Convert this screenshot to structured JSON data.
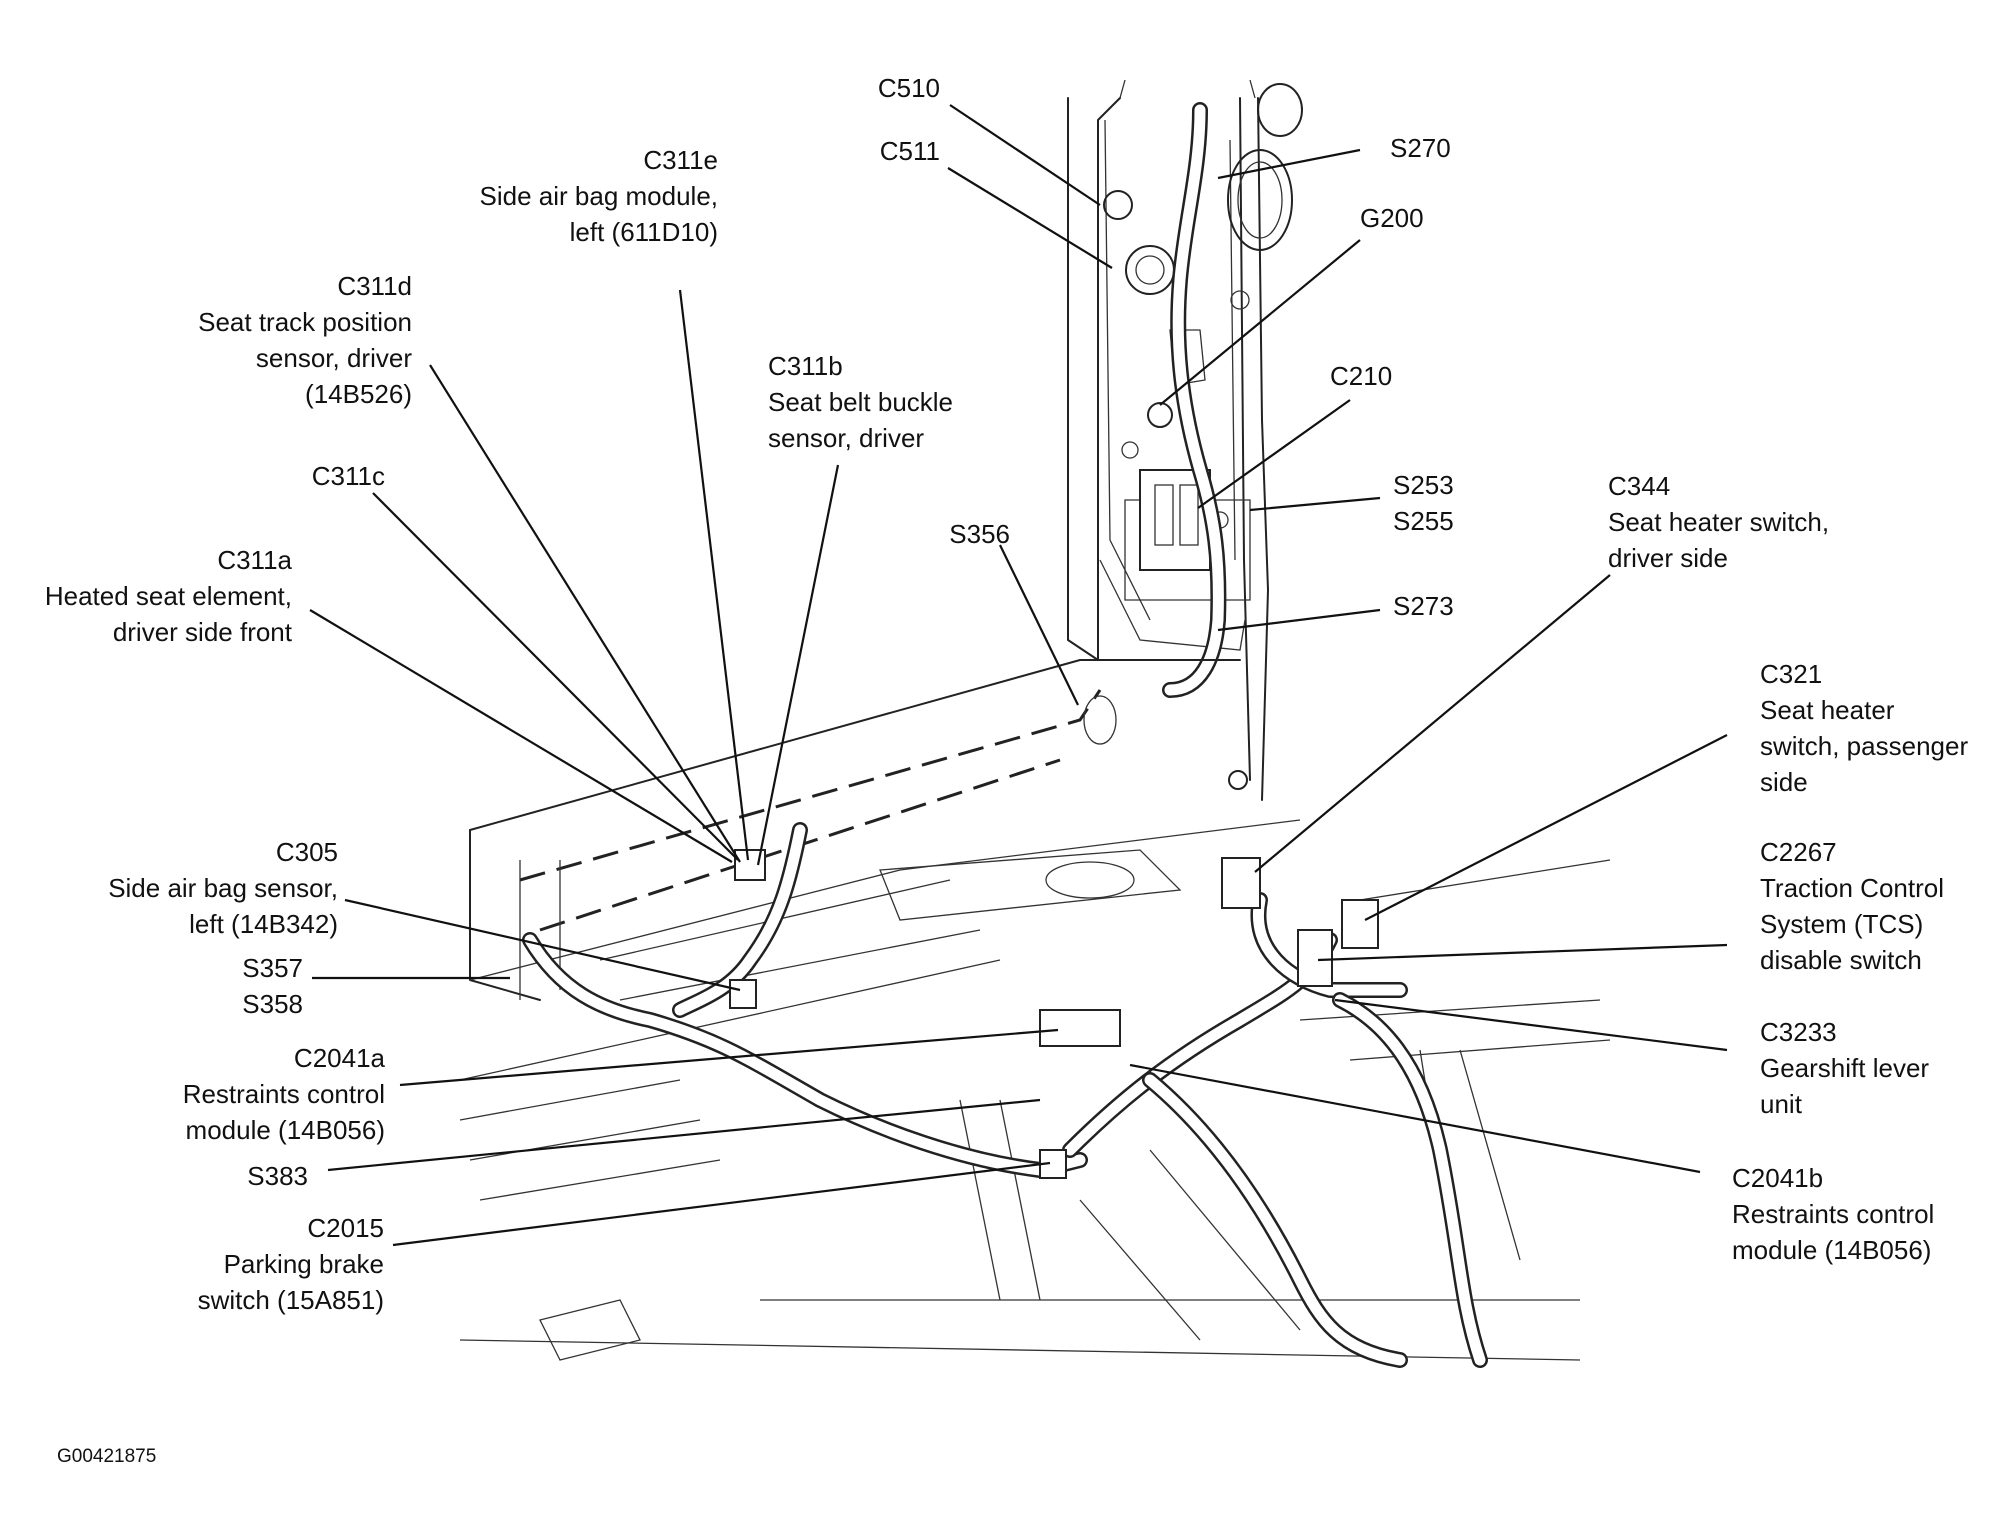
{
  "figure_id": "G00421875",
  "callouts": {
    "c510": {
      "code": "C510"
    },
    "c511": {
      "code": "C511"
    },
    "s270": {
      "code": "S270"
    },
    "g200": {
      "code": "G200"
    },
    "c210": {
      "code": "C210"
    },
    "s253": {
      "code": "S253"
    },
    "s255": {
      "code": "S255"
    },
    "s273": {
      "code": "S273"
    },
    "s356": {
      "code": "S356"
    },
    "c311e": {
      "code": "C311e",
      "desc": [
        "Side air bag module,",
        "left (611D10)"
      ]
    },
    "c311d": {
      "code": "C311d",
      "desc": [
        "Seat track position",
        "sensor, driver",
        "(14B526)"
      ]
    },
    "c311b": {
      "code": "C311b",
      "desc": [
        "Seat belt buckle",
        "sensor, driver"
      ]
    },
    "c311c": {
      "code": "C311c"
    },
    "c311a": {
      "code": "C311a",
      "desc": [
        "Heated seat element,",
        "driver side front"
      ]
    },
    "c344": {
      "code": "C344",
      "desc": [
        "Seat heater switch,",
        "driver side"
      ]
    },
    "c321": {
      "code": "C321",
      "desc": [
        "Seat heater",
        "switch, passenger",
        "side"
      ]
    },
    "c2267": {
      "code": "C2267",
      "desc": [
        "Traction Control",
        "System (TCS)",
        "disable switch"
      ]
    },
    "c3233": {
      "code": "C3233",
      "desc": [
        "Gearshift lever",
        "unit"
      ]
    },
    "c305": {
      "code": "C305",
      "desc": [
        "Side air bag sensor,",
        "left (14B342)"
      ]
    },
    "s357": {
      "code": "S357"
    },
    "s358": {
      "code": "S358"
    },
    "c2041a": {
      "code": "C2041a",
      "desc": [
        "Restraints control",
        "module (14B056)"
      ]
    },
    "s383": {
      "code": "S383"
    },
    "c2015": {
      "code": "C2015",
      "desc": [
        "Parking brake",
        "switch (15A851)"
      ]
    },
    "c2041b": {
      "code": "C2041b",
      "desc": [
        "Restraints control",
        "module (14B056)"
      ]
    }
  }
}
